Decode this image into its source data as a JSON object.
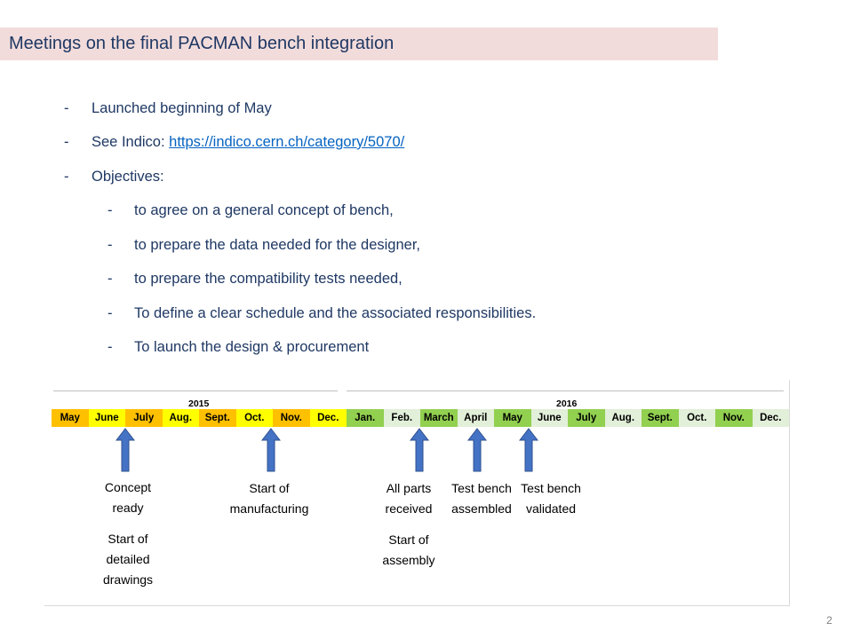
{
  "title": "Meetings on the final PACMAN bench integration",
  "bullets": {
    "launched": "Launched beginning of May",
    "indico_prefix": "See Indico: ",
    "indico_link": "https://indico.cern.ch/category/5070/",
    "objectives": "Objectives:",
    "sub": [
      "to agree on a general concept of bench,",
      "to prepare the data needed for the designer,",
      "to prepare the compatibility tests needed,",
      "To define a clear schedule and the associated responsibilities.",
      "To launch the design & procurement"
    ],
    "dash": "-"
  },
  "timeline": {
    "year1": "2015",
    "year2": "2016",
    "months": [
      {
        "label": "May",
        "color": "#ffc000"
      },
      {
        "label": "June",
        "color": "#ffff00"
      },
      {
        "label": "July",
        "color": "#ffc000"
      },
      {
        "label": "Aug.",
        "color": "#ffff00"
      },
      {
        "label": "Sept.",
        "color": "#ffc000"
      },
      {
        "label": "Oct.",
        "color": "#ffff00"
      },
      {
        "label": "Nov.",
        "color": "#ffc000"
      },
      {
        "label": "Dec.",
        "color": "#ffff00"
      },
      {
        "label": "Jan.",
        "color": "#92d050"
      },
      {
        "label": "Feb.",
        "color": "#e2efd9"
      },
      {
        "label": "March",
        "color": "#92d050"
      },
      {
        "label": "April",
        "color": "#e2efd9"
      },
      {
        "label": "May",
        "color": "#92d050"
      },
      {
        "label": "June",
        "color": "#e2efd9"
      },
      {
        "label": "July",
        "color": "#92d050"
      },
      {
        "label": "Aug.",
        "color": "#e2efd9"
      },
      {
        "label": "Sept.",
        "color": "#92d050"
      },
      {
        "label": "Oct.",
        "color": "#e2efd9"
      },
      {
        "label": "Nov.",
        "color": "#92d050"
      },
      {
        "label": "Dec.",
        "color": "#e2efd9"
      }
    ],
    "milestones": {
      "concept_ready": "Concept ready",
      "start_detailed": "Start of detailed drawings",
      "start_manufacturing": "Start of manufacturing",
      "all_parts": "All parts received",
      "start_assembly": "Start of assembly",
      "bench_assembled": "Test bench assembled",
      "bench_validated": "Test bench validated"
    },
    "arrow_color": "#4472c4"
  },
  "page_number": "2"
}
